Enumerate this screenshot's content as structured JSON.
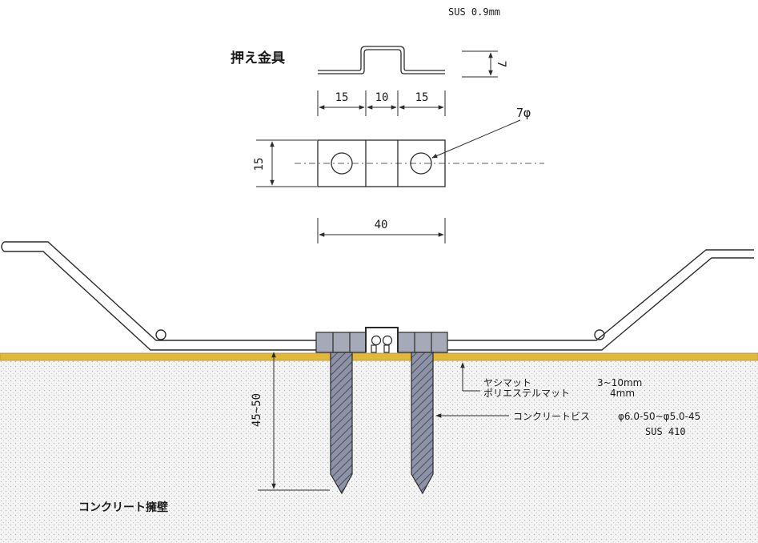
{
  "title": "押え金具",
  "material_top": "SUS 0.9mm",
  "dimensions": {
    "height": "7",
    "seg_left": "15",
    "seg_mid": "10",
    "seg_right": "15",
    "hole_diameter": "7φ",
    "plate_height": "15",
    "total_width": "40",
    "embed_depth": "45~50"
  },
  "callouts": {
    "mat_line1": "ヤシマット",
    "mat_line2": "ポリエステルマット",
    "mat_thick1": "3~10mm",
    "mat_thick2": "4mm",
    "screw_name": "コンクリートビス",
    "screw_spec": "φ6.0-50~φ5.0-45",
    "screw_material": "SUS 410"
  },
  "ground_label": "コンクリート擁壁",
  "colors": {
    "concrete_band": "#e1b83a",
    "concrete_fill": "#f1f1f1",
    "bracket_fill": "#a6aab8",
    "screw_fill": "#8e92a6",
    "line": "#2b2b2b"
  }
}
